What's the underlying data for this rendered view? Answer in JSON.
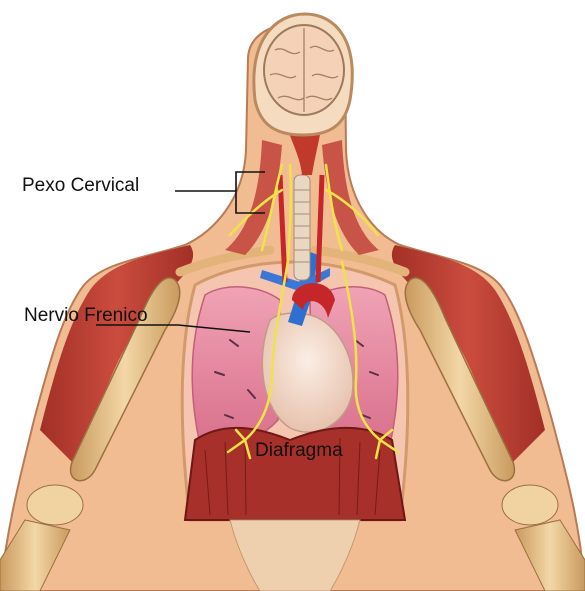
{
  "labels": {
    "plexo_cervical": "Pexo Cervical",
    "nervio_frenico": "Nervio Frenico",
    "diafragma": "Diafragma"
  },
  "colors": {
    "skin": "#f2bc93",
    "muscle": "#b7332a",
    "muscle_dark": "#8d2019",
    "bone": "#e9c48c",
    "lung": "#e98aa2",
    "nerve": "#f1e24a",
    "vein": "#2e6fd0",
    "artery": "#c5262a",
    "heart": "#f3dccd"
  }
}
